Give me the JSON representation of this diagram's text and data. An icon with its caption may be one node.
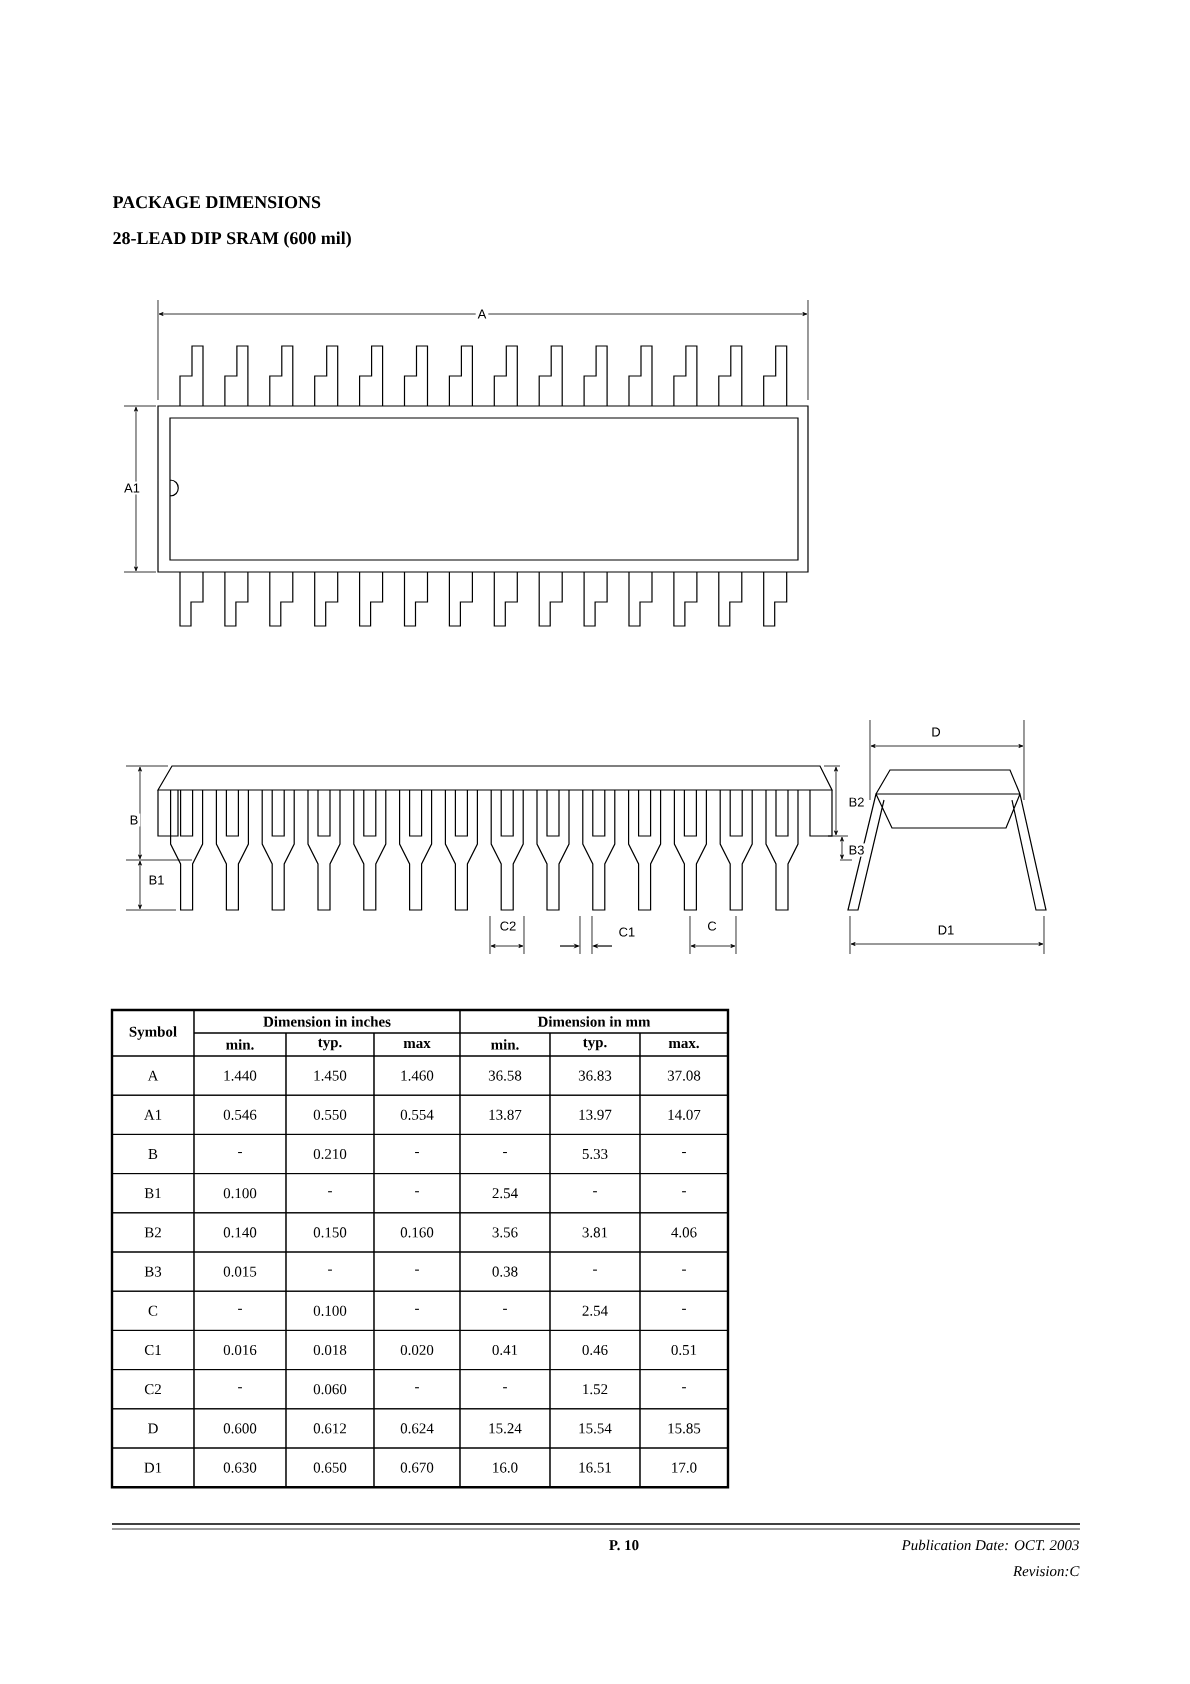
{
  "diagram": {
    "title": "PACKAGE DIMENSIONS",
    "labels": [
      "28-LEAD DIP SRAM (600 mil)",
      "A",
      "A1",
      "D",
      "B",
      "B2",
      "B3",
      "B1",
      "C2",
      "C1",
      "C",
      "D1",
      "Symbol",
      "Dimension in inches",
      "Dimension in mm",
      "min.",
      "typ.",
      "max",
      "min.",
      "typ.",
      "max.",
      "A",
      "1.440",
      "1.450",
      "1.460",
      "36.58",
      "36.83",
      "37.08",
      "A1",
      "0.546",
      "0.550",
      "0.554",
      "13.87",
      "13.97",
      "14.07",
      "B",
      "-",
      "0.210",
      "-",
      "-",
      "5.33",
      "-",
      "B1",
      "0.100",
      "-",
      "-",
      "2.54",
      "-",
      "-",
      "B2",
      "0.140",
      "0.150",
      "0.160",
      "3.56",
      "3.81",
      "4.06",
      "B3",
      "0.015",
      "-",
      "-",
      "0.38",
      "-",
      "-",
      "C",
      "-",
      "0.100",
      "-",
      "-",
      "2.54",
      "-",
      "C1",
      "0.016",
      "0.018",
      "0.020",
      "0.41",
      "0.46",
      "0.51",
      "C2",
      "-",
      "0.060",
      "-",
      "-",
      "1.52",
      "-",
      "D",
      "0.600",
      "0.612",
      "0.624",
      "15.24",
      "15.54",
      "15.85",
      "D1",
      "0.630",
      "0.650",
      "0.670",
      "16.0",
      "16.51",
      "17.0",
      "P. 10",
      "Publication Date: OCT. 2003",
      "Revision:C"
    ]
  }
}
